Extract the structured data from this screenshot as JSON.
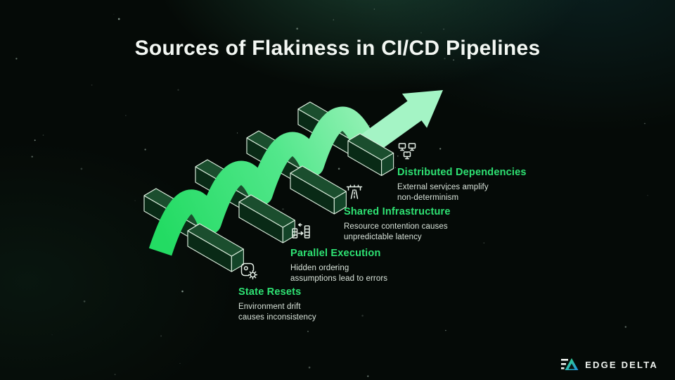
{
  "slide_title": "Sources of Flakiness in CI/CD Pipelines",
  "items": [
    {
      "icon": "distributed-monitors-icon",
      "heading": "Distributed Dependencies",
      "line1": "External services amplify",
      "line2": "non-determinism"
    },
    {
      "icon": "highway-icon",
      "heading": "Shared Infrastructure",
      "line1": "Resource contention causes",
      "line2": "unpredictable latency"
    },
    {
      "icon": "parallel-columns-icon",
      "heading": "Parallel Execution",
      "line1": "Hidden ordering",
      "line2": "assumptions lead to errors"
    },
    {
      "icon": "reset-gear-icon",
      "heading": "State Resets",
      "line1": "Environment drift",
      "line2": "causes inconsistency"
    }
  ],
  "footer": {
    "logo_text": "EDGE DELTA"
  },
  "colors": {
    "accent_green": "#2EE273",
    "ribbon_start": "#23DB63",
    "ribbon_end": "#A8F5C8",
    "block_dark": "#092A16",
    "body_text": "#D9E3DA",
    "background": "#050A07"
  }
}
